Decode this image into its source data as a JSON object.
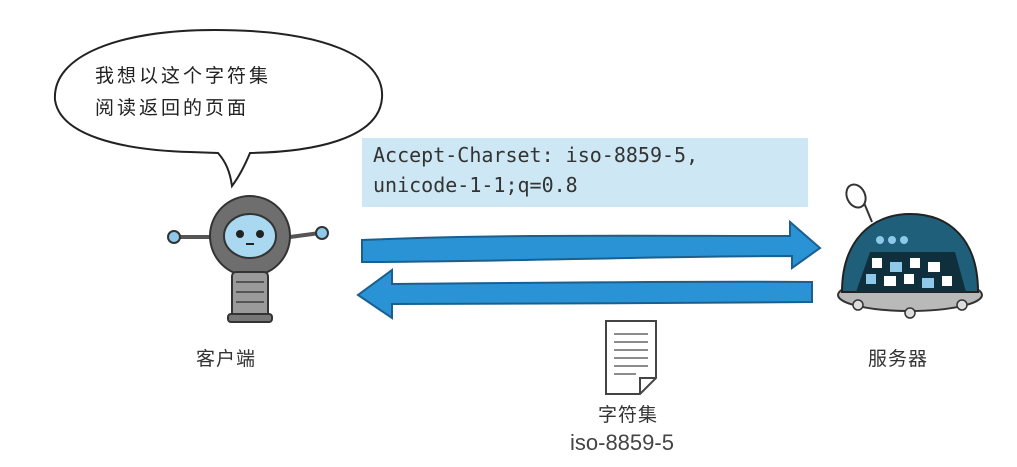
{
  "speech_bubble": {
    "line1": "我想以这个字符集",
    "line2": "阅读返回的页面"
  },
  "request_header": {
    "line1": "Accept-Charset: iso-8859-5,",
    "line2": "unicode-1-1;q=0.8"
  },
  "client": {
    "label": "客户端"
  },
  "server": {
    "label": "服务器"
  },
  "response_document": {
    "label": "字符集",
    "charset": "iso-8859-5"
  },
  "colors": {
    "arrow": "#2a93d6",
    "arrow_dark": "#1b74b3",
    "header_highlight": "#cde8f4",
    "server_shell": "#1f5f7a",
    "robot_gray": "#7a7a7a"
  }
}
